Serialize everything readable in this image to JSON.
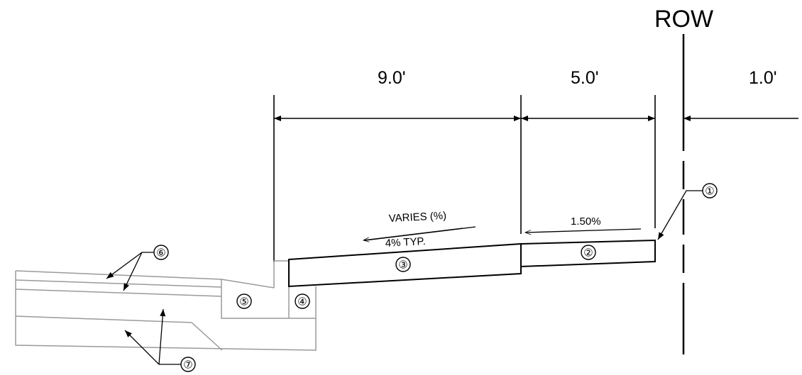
{
  "drawing": {
    "row_label": "ROW",
    "dimensions": [
      {
        "id": "dim-9",
        "label": "9.0'"
      },
      {
        "id": "dim-5",
        "label": "5.0'"
      },
      {
        "id": "dim-1",
        "label": "1.0'"
      }
    ],
    "slopes": [
      {
        "id": "slope-varies",
        "line1": "VARIES (%)",
        "line2": "4% TYP."
      },
      {
        "id": "slope-150",
        "line1": "1.50%"
      }
    ],
    "callouts": [
      "①",
      "②",
      "③",
      "④",
      "⑤",
      "⑥",
      "⑦"
    ]
  }
}
